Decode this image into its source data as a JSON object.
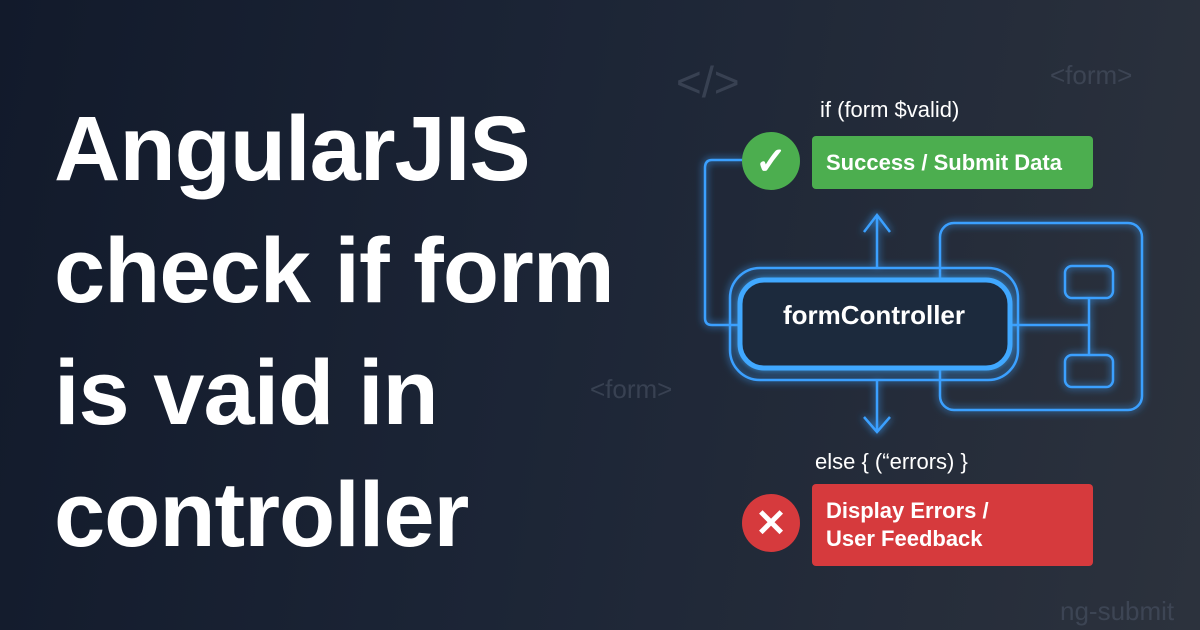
{
  "title_lines": [
    "AngularJIS",
    "check if form",
    "is vaid in",
    "controller"
  ],
  "diagram": {
    "if_condition": "if (form $valid)",
    "success_label": "Success / Submit Data",
    "controller_label": "formController",
    "else_condition": "else { (“errors) }",
    "error_label_line1": "Display Errors /",
    "error_label_line2": "User Feedback"
  },
  "background_text": {
    "code_tag": "</>",
    "form_tag_top": "<form>",
    "form_tag_left": "<form>",
    "ng_submit": "ng-submit"
  },
  "colors": {
    "success": "#4cae4f",
    "error": "#d63a3d",
    "glow": "#3aa0ff"
  }
}
